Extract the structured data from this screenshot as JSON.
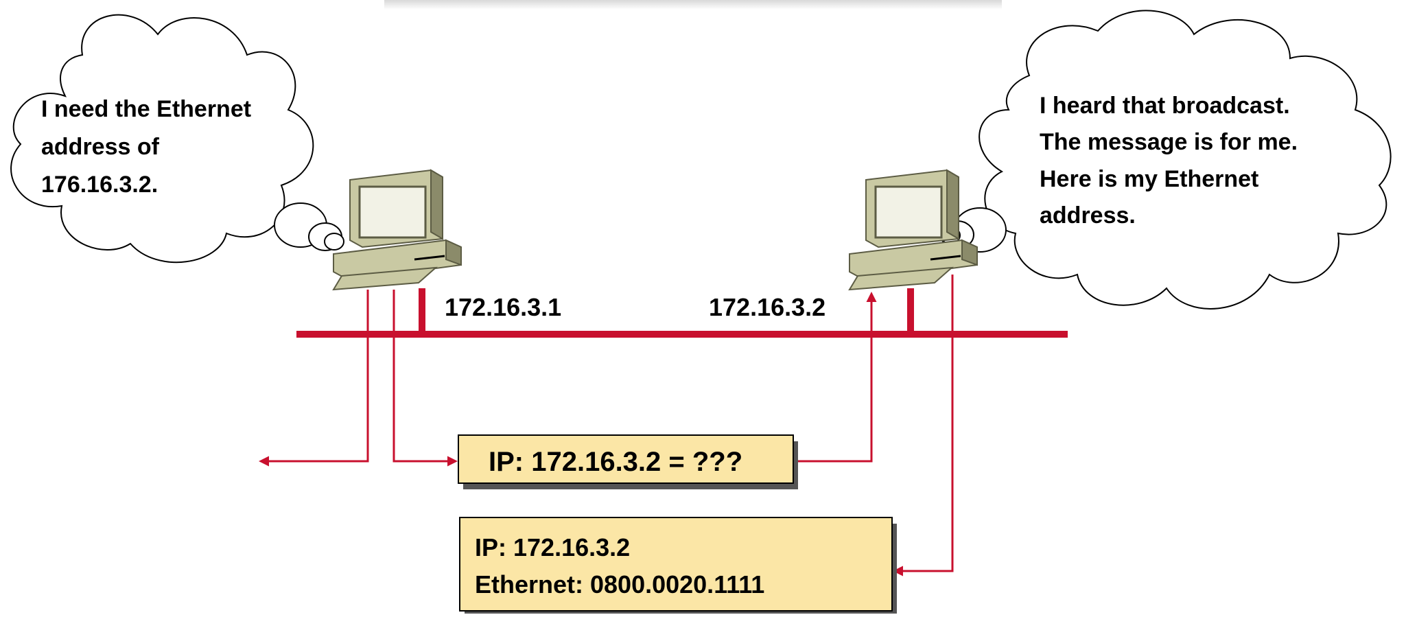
{
  "thought_left": {
    "lines": [
      "I need the Ethernet",
      "address of",
      "176.16.3.2."
    ]
  },
  "thought_right": {
    "lines": [
      "I heard that broadcast.",
      "The message is for me.",
      "Here is my Ethernet",
      "address."
    ]
  },
  "host_left": {
    "ip_label": "172.16.3.1"
  },
  "host_right": {
    "ip_label": "172.16.3.2"
  },
  "arp_request": {
    "text": "IP: 172.16.3.2 = ???"
  },
  "arp_reply": {
    "line1": "IP: 172.16.3.2",
    "line2": "Ethernet: 0800.0020.1111"
  },
  "colors": {
    "wire": "#c8102e",
    "box_fill": "#fbe6a6",
    "computer_body": "#c9c9a3",
    "computer_dark": "#8b8b6a",
    "screen": "#f2f2e6",
    "text": "#000000"
  }
}
